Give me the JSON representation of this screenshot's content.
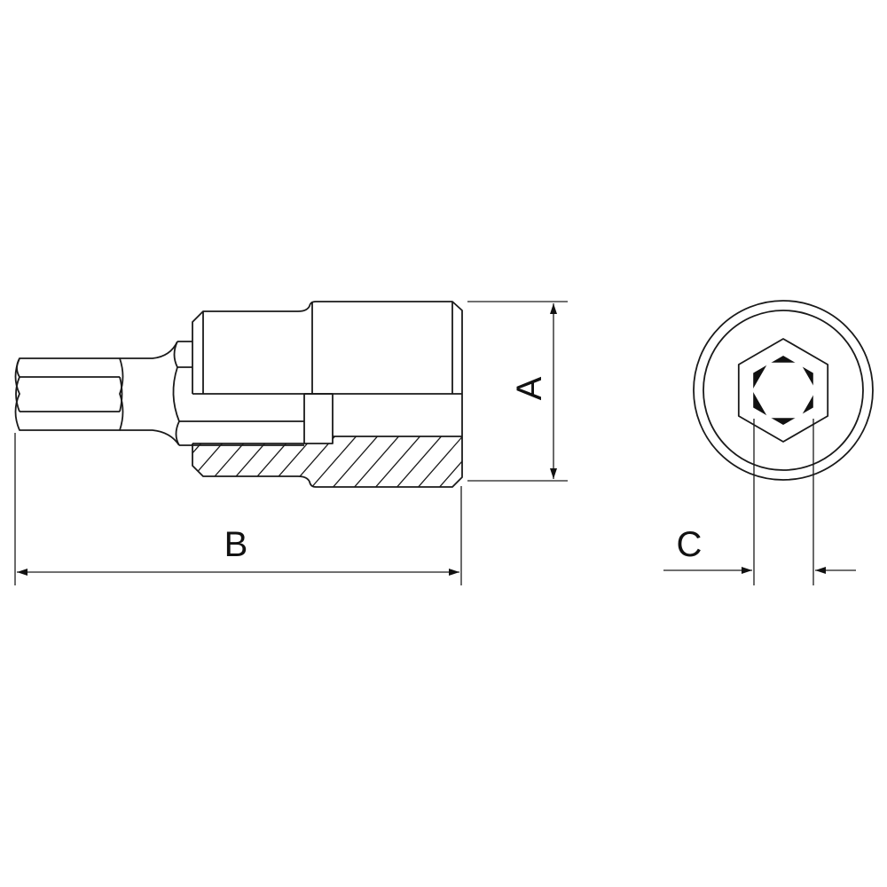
{
  "dimensions": {
    "a_label": "A",
    "b_label": "B",
    "c_label": "C"
  },
  "colors": {
    "line": "#1a1a1a",
    "background": "#ffffff"
  }
}
